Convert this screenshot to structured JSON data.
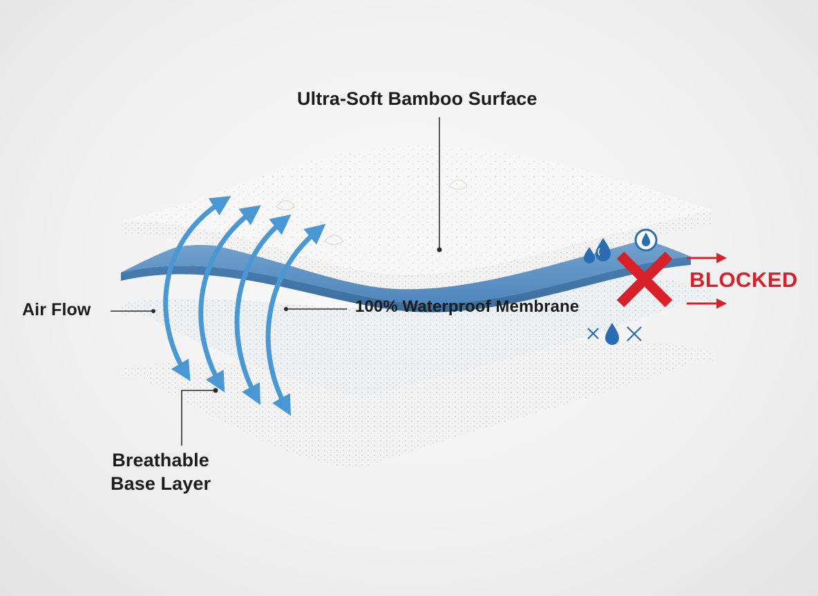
{
  "labels": {
    "top_layer": "Ultra-Soft Bamboo Surface",
    "membrane": "100% Waterproof Membrane",
    "air_flow": "Air Flow",
    "base_layer_line1": "Breathable",
    "base_layer_line2": "Base Layer",
    "blocked": "BLOCKED"
  },
  "icons": {
    "water_drops": "water-drops-icon",
    "circle_drop": "circle-drop-icon",
    "block_x": "red-x-icon",
    "wrench_drop": "tools-drop-icon"
  },
  "colors": {
    "membrane": "#5b92c4",
    "air_arrows": "#4a98d3",
    "blocked_red": "#d8202a",
    "drop_blue": "#2a6db0",
    "leader_line": "#2b2b2b"
  }
}
